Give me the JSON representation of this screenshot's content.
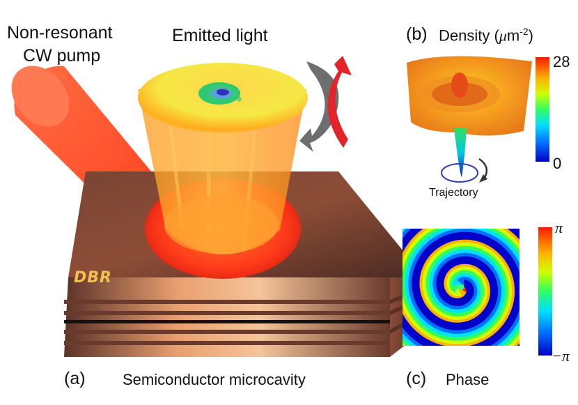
{
  "labels": {
    "pump_line1": "Non-resonant",
    "pump_line2": "CW pump",
    "emitted": "Emitted light",
    "dbr": "DBR",
    "panel_a": "(a)",
    "microcavity": "Semiconductor microcavity",
    "panel_b": "(b)",
    "density": "Density (",
    "density_mu": "μ",
    "density_unit": "m",
    "density_exp": "-2",
    "density_close": ")",
    "density_max": "28",
    "density_min": "0",
    "trajectory": "Trajectory",
    "panel_c": "(c)",
    "phase": "Phase",
    "phase_max": "π",
    "phase_min": "−π"
  },
  "colors": {
    "pump_beam": "#ff6a3a",
    "cavity_top": "#6b3a2c",
    "emission_cone": "#ff9a1a",
    "rotation_arrow_red": "#e3242b",
    "rotation_arrow_gray": "#6e6e6e",
    "dbr_text": "#f2c14d",
    "trajectory_ellipse": "#2e3eb0"
  },
  "colorbars": {
    "density": {
      "min": 0,
      "max": 28,
      "scale": "jet"
    },
    "phase": {
      "min": "−π",
      "max": "π",
      "scale": "jet"
    }
  }
}
